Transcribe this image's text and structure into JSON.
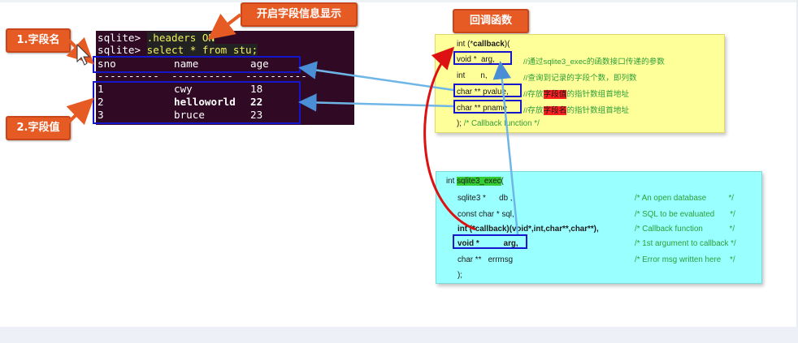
{
  "terminal": {
    "lines": [
      {
        "prompt": "sqlite> ",
        "command": ".headers ON"
      },
      {
        "prompt": "sqlite> ",
        "command": "select * from stu;"
      }
    ],
    "header": [
      "sno",
      "name",
      "age"
    ],
    "separator": "----------  ----------  ----------",
    "rows": [
      [
        "1",
        "cwy",
        "18"
      ],
      [
        "2",
        "helloworld",
        "22"
      ],
      [
        "3",
        "bruce",
        "23"
      ]
    ]
  },
  "callouts": {
    "field_name": "1.字段名",
    "field_value": "2.字段值",
    "headers_display": "开启字段信息显示",
    "callback_func": "回调函数"
  },
  "callback_panel": {
    "line1_prefix": "int (*",
    "line1_bold": "callback",
    "line1_suffix": ")(",
    "line2_code": "void *  arg,",
    "line2_comment": "//通过sqlite3_exec的函数接口传递的参数",
    "line3_code": "int       n,",
    "line3_comment": "//查询到记录的字段个数，即列数",
    "line4_code": "char ** pvalue,",
    "line4_comment_pre": "//存放",
    "line4_comment_hl": "字段值",
    "line4_comment_post": "的指针数组首地址",
    "line5_code": "char ** pname",
    "line5_comment_pre": "//存放",
    "line5_comment_hl": "字段名",
    "line5_comment_post": "的指针数组首地址",
    "line6_code": ");",
    "line6_comment": "/* Callback function */"
  },
  "exec_panel": {
    "line1_prefix": "int ",
    "line1_hl": "sqlite3_exec",
    "line1_suffix": "(",
    "lines": [
      {
        "code": "sqlite3 *      db ,",
        "comment": "/* An open database          */"
      },
      {
        "code": "const char * sql,",
        "comment": "/* SQL to be evaluated       */"
      },
      {
        "code": "int (*callback)(void*,int,char**,char**),",
        "comment": "/* Callback function            */"
      },
      {
        "code": "void *           arg,",
        "comment": "/* 1st argument to callback */"
      },
      {
        "code": "char **   errmsg",
        "comment": "/* Error msg written here    */"
      },
      {
        "code": ");",
        "comment": ""
      }
    ]
  },
  "colors": {
    "terminal_bg": "#300a24",
    "callout": "#e65a23",
    "outline_blue": "#1515cc",
    "yellow_panel": "#ffff99",
    "cyan_panel": "#99ffff",
    "arrow_red": "#dd1111",
    "arrow_lightblue": "#6fb6e8"
  }
}
